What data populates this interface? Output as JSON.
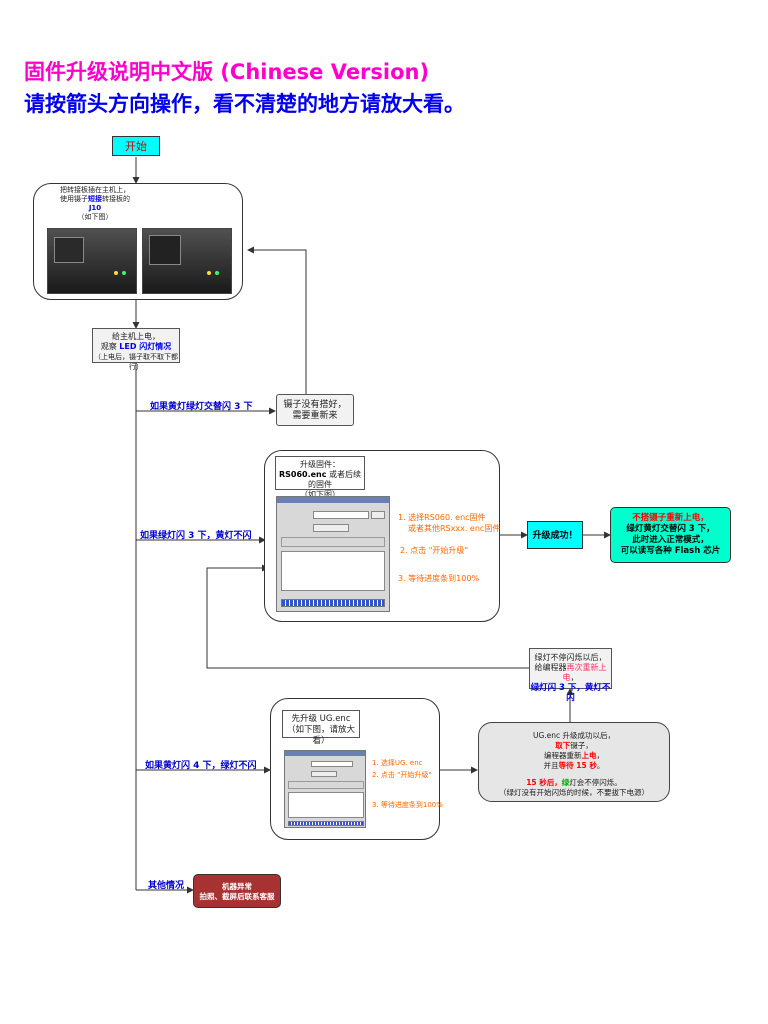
{
  "title": {
    "line1": "固件升级说明中文版 (Chinese Version)",
    "line2": "请按箭头方向操作，看不清楚的地方请放大看。"
  },
  "start": {
    "label": "开始"
  },
  "step1": {
    "line1": "把转接板插在主机上，",
    "line2_pre": "使用镊子",
    "line2_hl": "短接",
    "line2_post": "转接板的",
    "line3": "J10",
    "line4": "（如下图）"
  },
  "step2": {
    "line1": "给主机上电，",
    "line2_pre": "观察 ",
    "line2_hl": "LED 闪灯情况",
    "line3": "（上电后，镊子取不取下都行）"
  },
  "retry": {
    "line1": "镊子没有搭好，",
    "line2": "需要重新来"
  },
  "branch": {
    "b1": "如果黄灯绿灯交替闪 3 下",
    "b2": "如果绿灯闪 3 下，黄灯不闪",
    "b3": "如果黄灯闪 4 下，绿灯不闪",
    "b4": "其他情况"
  },
  "fw": {
    "line1": "升级固件：",
    "line2_hl": "RS060.enc",
    "line2_post": " 或者后续的固件",
    "line3": "（如下图）",
    "ann1a": "1. 选择RS060. enc固件",
    "ann1b": "或者其他RSxxx. enc固件",
    "ann2": "2. 点击 \"开始升级\"",
    "ann3": "3. 等待进度条到100%"
  },
  "success": {
    "label": "升级成功！"
  },
  "final": {
    "line1": "不搭镊子重新上电，",
    "line2": "绿灯黄灯交替闪 3 下，",
    "line3": "此时进入正常模式，",
    "line4": "可以读写各种 Flash 芯片"
  },
  "loop": {
    "line1": "绿灯不停闪烁以后，",
    "line2_pre": "给编程器",
    "line2_hl": "再次重新上电",
    "line2_post": "，",
    "line3": "绿灯闪 3 下，黄灯不闪"
  },
  "ug": {
    "line1": "先升级 UG.enc",
    "line2": "（如下图，请放大看）",
    "ann1": "1. 选择UG. enc",
    "ann2": "2. 点击 \"开始升级\"",
    "ann3": "3. 等待进度条到100%"
  },
  "ugdone": {
    "line1": "UG.enc 升级成功以后，",
    "line2_hl": "取下",
    "line2_post": "镊子，",
    "line3_pre": "编程器重新",
    "line3_hl": "上电",
    "line3_post": "，",
    "line4_pre": "并且",
    "line4_hl": "等待 15 秒",
    "line4_post": "。",
    "line5_hl": "15 秒后，",
    "line5_g": "绿",
    "line5_post": "灯会不停闪烁。",
    "line6": "（绿灯没有开始闪烁的时候，不要拔下电源）"
  },
  "error": {
    "line1": "机器异常",
    "line2": "拍照、截屏后联系客服"
  },
  "colors": {
    "title1": "#ff00cc",
    "title2": "#0000ee",
    "cyan": "#00ffff",
    "green_box": "#00ffcc",
    "error": "#a83232",
    "annot": "#ff6600"
  }
}
